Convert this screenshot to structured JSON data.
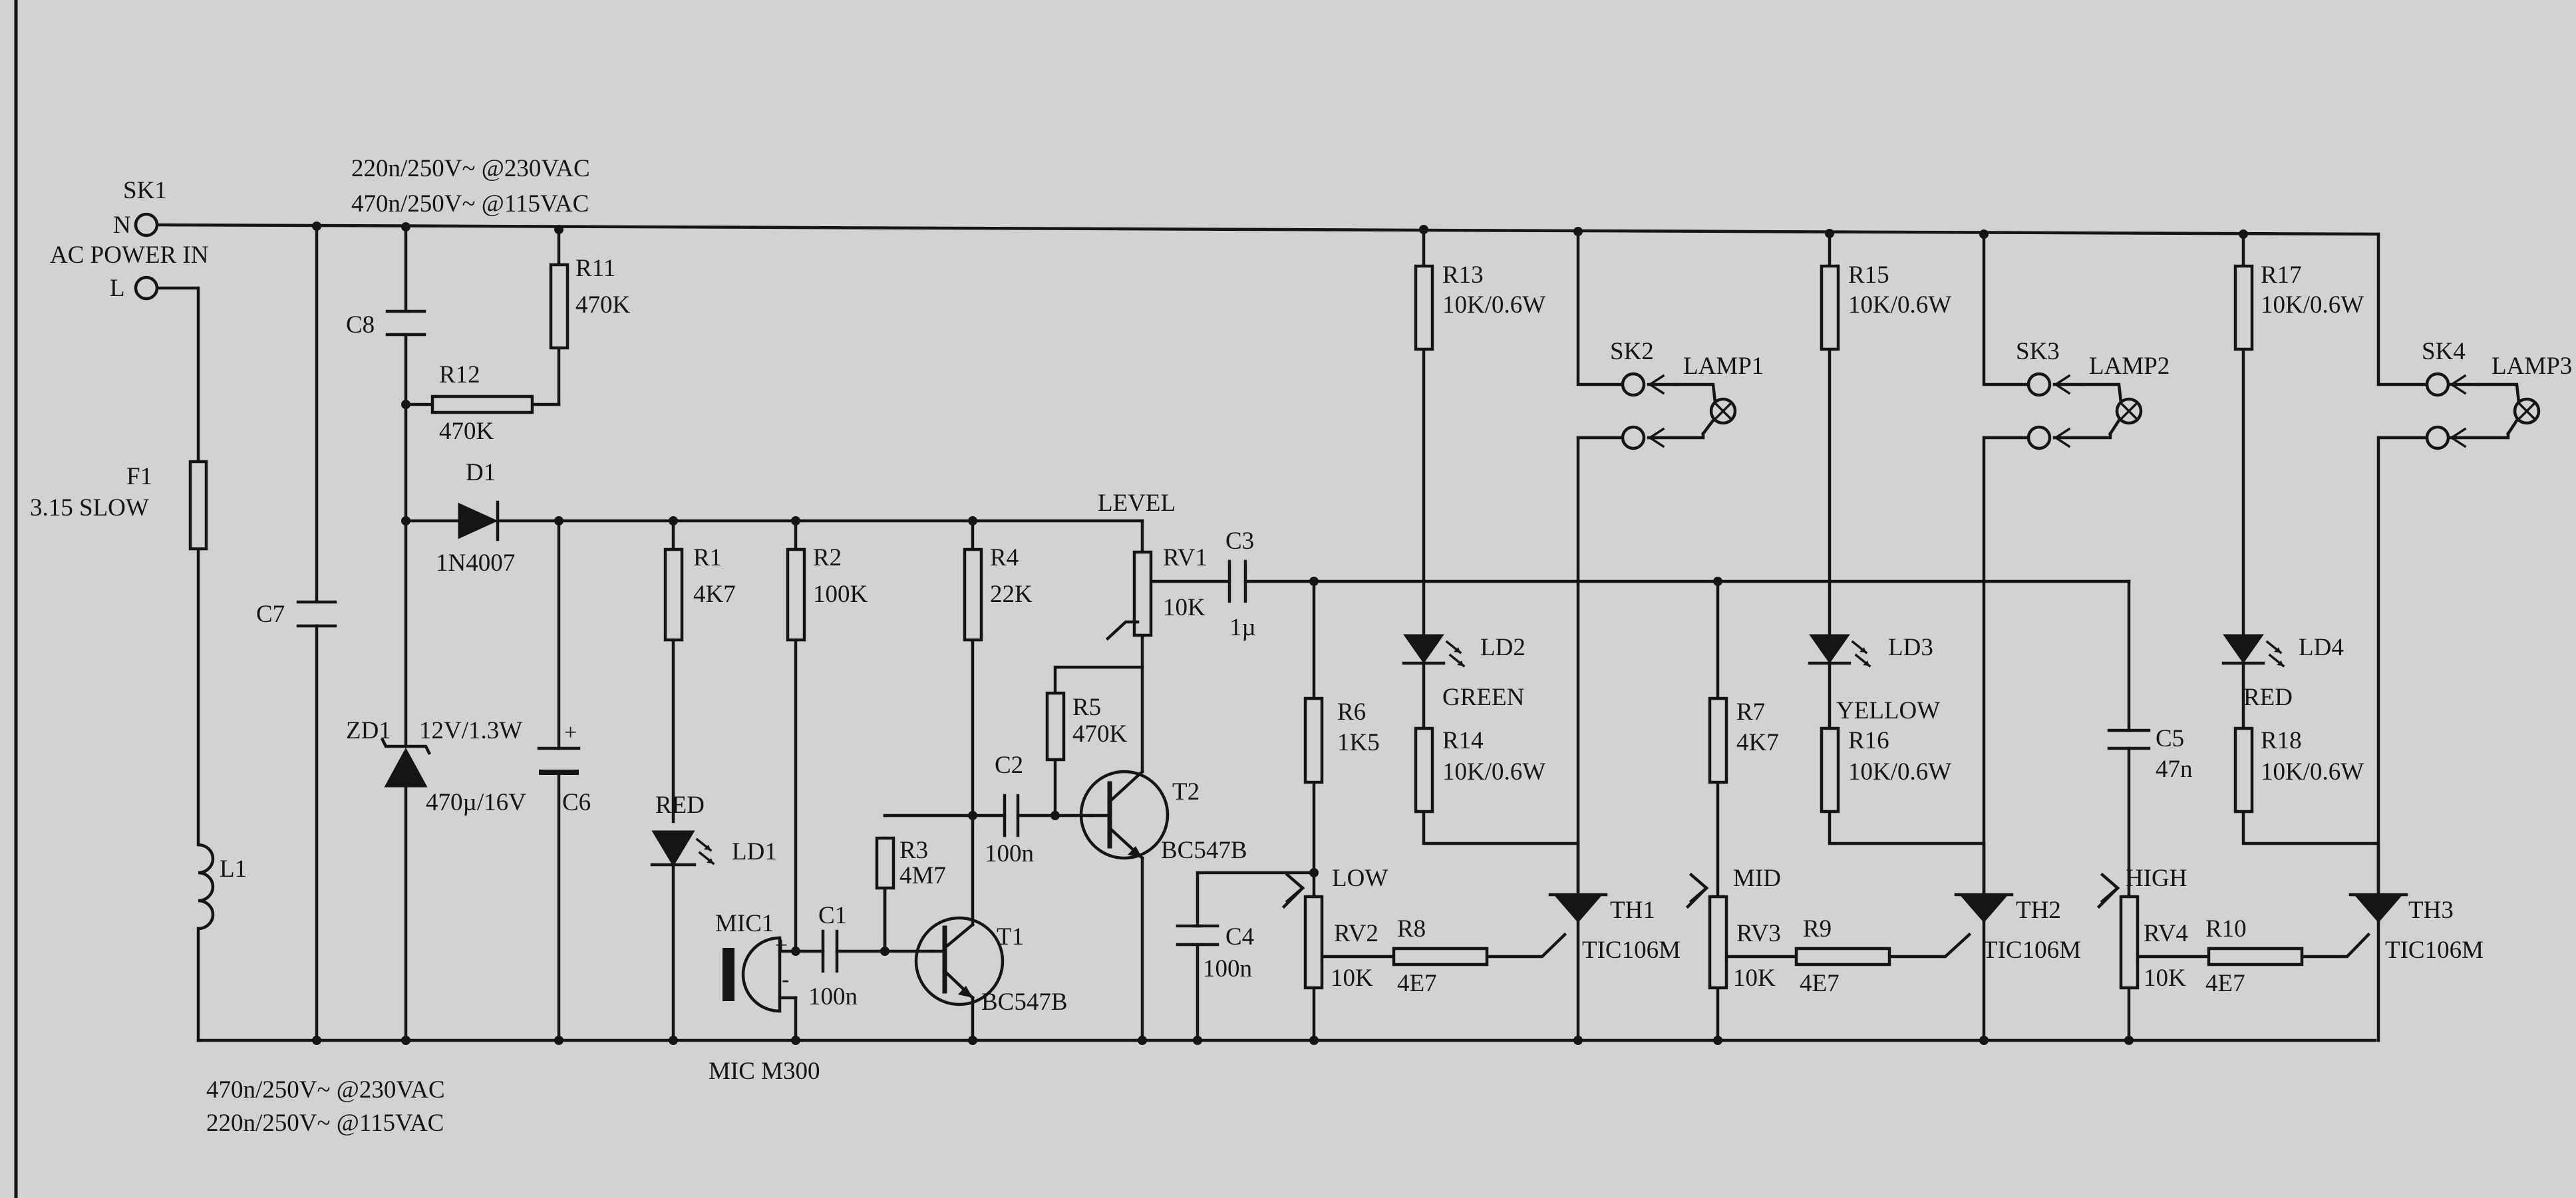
{
  "notes": {
    "top1": "220n/250V~ @230VAC",
    "top2": "470n/250V~ @115VAC",
    "bottom1": "470n/250V~ @230VAC",
    "bottom2": "220n/250V~ @115VAC"
  },
  "power": {
    "sk1": "SK1",
    "n": "N",
    "l": "L",
    "ac_in": "AC POWER IN",
    "f1": "F1",
    "f1_val": "3.15 SLOW",
    "l1": "L1",
    "c7": "C7",
    "c8": "C8",
    "r11": "R11",
    "r11_val": "470K",
    "r12": "R12",
    "r12_val": "470K",
    "d1": "D1",
    "d1_val": "1N4007",
    "zd1": "ZD1",
    "zd1_val": "12V/1.3W",
    "c6": "C6",
    "c6_val": "470µ/16V"
  },
  "mic": {
    "r1": "R1",
    "r1_val": "4K7",
    "r2": "R2",
    "r2_val": "100K",
    "r3": "R3",
    "r3_val": "4M7",
    "r4": "R4",
    "r4_val": "22K",
    "r5": "R5",
    "r5_val": "470K",
    "led_color": "RED",
    "ld1": "LD1",
    "mic1": "MIC1",
    "mic_model": "MIC M300",
    "plus": "+",
    "minus": "-",
    "c1": "C1",
    "c1_val": "100n",
    "c2": "C2",
    "c2_val": "100n",
    "t1": "T1",
    "t1_model": "BC547B",
    "t2": "T2",
    "t2_model": "BC547B",
    "level": "LEVEL",
    "rv1": "RV1",
    "rv1_val": "10K",
    "c3": "C3",
    "c3_val": "1µ",
    "c4": "C4",
    "c4_val": "100n"
  },
  "channels": [
    {
      "r_top": "R13",
      "r_top_val": "10K/0.6W",
      "sk": "SK2",
      "lamp": "LAMP1",
      "led": "LD2",
      "led_color": "GREEN",
      "r_bot": "R14",
      "r_bot_val": "10K/0.6W",
      "th": "TH1",
      "th_model": "TIC106M",
      "r_in": "R6",
      "r_in_val": "1K5",
      "band": "LOW",
      "rv": "RV2",
      "rv_val": "10K",
      "r_g": "R8",
      "r_g_val": "4E7"
    },
    {
      "r_top": "R15",
      "r_top_val": "10K/0.6W",
      "sk": "SK3",
      "lamp": "LAMP2",
      "led": "LD3",
      "led_color": "YELLOW",
      "r_bot": "R16",
      "r_bot_val": "10K/0.6W",
      "th": "TH2",
      "th_model": "TIC106M",
      "r_in": "R7",
      "r_in_val": "4K7",
      "band": "MID",
      "rv": "RV3",
      "rv_val": "10K",
      "r_g": "R9",
      "r_g_val": "4E7"
    },
    {
      "r_top": "R17",
      "r_top_val": "10K/0.6W",
      "sk": "SK4",
      "lamp": "LAMP3",
      "led": "LD4",
      "led_color": "RED",
      "r_bot": "R18",
      "r_bot_val": "10K/0.6W",
      "th": "TH3",
      "th_model": "TIC106M",
      "r_in": "C5",
      "r_in_val": "47n",
      "band": "HIGH",
      "rv": "RV4",
      "rv_val": "10K",
      "r_g": "R10",
      "r_g_val": "4E7"
    }
  ]
}
